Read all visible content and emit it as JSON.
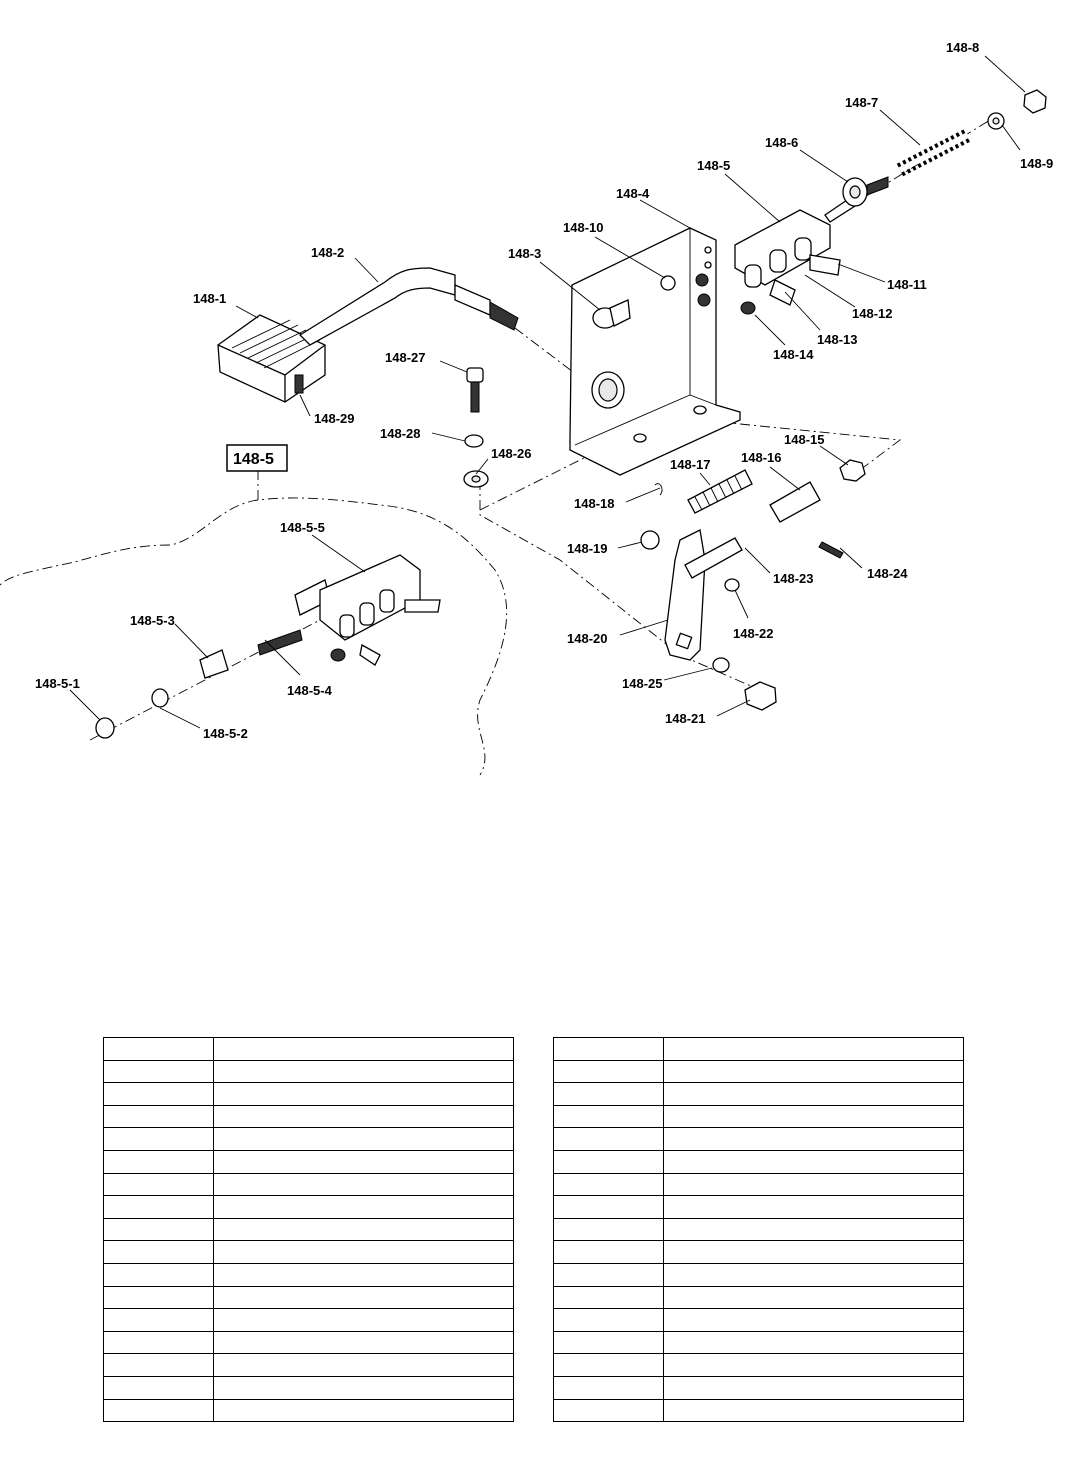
{
  "diagram": {
    "callouts": [
      "148-1",
      "148-2",
      "148-3",
      "148-4",
      "148-5",
      "148-6",
      "148-7",
      "148-8",
      "148-9",
      "148-10",
      "148-11",
      "148-12",
      "148-13",
      "148-14",
      "148-15",
      "148-16",
      "148-17",
      "148-18",
      "148-19",
      "148-20",
      "148-21",
      "148-22",
      "148-23",
      "148-24",
      "148-25",
      "148-26",
      "148-27",
      "148-28",
      "148-29"
    ],
    "sub_assembly_label": "148-5",
    "sub_assembly_callouts": [
      "148-5-1",
      "148-5-2",
      "148-5-3",
      "148-5-4",
      "148-5-5"
    ]
  },
  "parts_tables": {
    "left": {
      "rows": 17,
      "columns": 2,
      "cells": []
    },
    "right": {
      "rows": 17,
      "columns": 2,
      "cells": []
    }
  }
}
